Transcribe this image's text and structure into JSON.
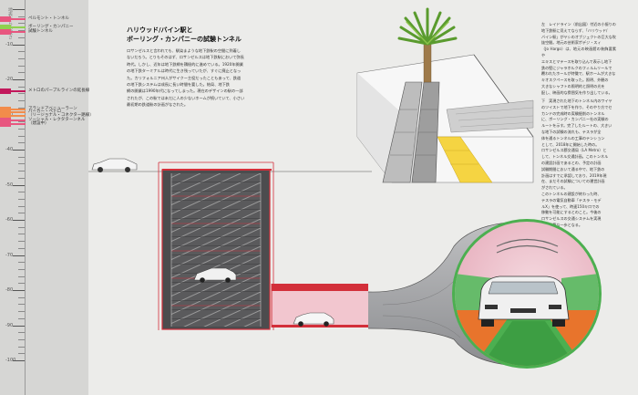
{
  "gauge": {
    "header": "地表からの深さ",
    "depth_labels": [
      {
        "label": "-10",
        "depth": 10
      },
      {
        "label": "-20",
        "depth": 20
      },
      {
        "label": "-30",
        "depth": 30
      },
      {
        "label": "-40",
        "depth": 40
      },
      {
        "label": "-50",
        "depth": 50
      },
      {
        "label": "-60",
        "depth": 60
      },
      {
        "label": "-70",
        "depth": 70
      },
      {
        "label": "-80",
        "depth": 80
      },
      {
        "label": "-90",
        "depth": 90
      },
      {
        "label": "-100",
        "depth": 100
      }
    ],
    "markers": [
      {
        "text": "ペルモント・トンネル",
        "depth": 2.9,
        "color": "#e8567f"
      },
      {
        "text": "ボーリング・カンパニー",
        "depth": 5.2,
        "color": "#8fd14f"
      },
      {
        "text": "試験トンネル",
        "depth": 6.4,
        "color": "#e8567f"
      },
      {
        "text": "メトロのパープルラインの延長線",
        "depth": 23.4,
        "color": "#c2185b"
      },
      {
        "text": "アランドアベニューラーン",
        "depth": 28.5,
        "color": "#f28c4b"
      },
      {
        "text": "パーカー・ペトロ",
        "depth": 29.4,
        "color": "#f28c4b"
      },
      {
        "text": "（リージョナル・コネクター路線）",
        "depth": 30.3,
        "color": "#f28c4b"
      },
      {
        "text": "ソーシャル・レクタターンネル",
        "depth": 31.7,
        "color": "#e8567f"
      },
      {
        "text": "（建設中）",
        "depth": 32.6,
        "color": "#e8567f"
      }
    ]
  },
  "article": {
    "title_line1": "ハリウッド/バイン駅と",
    "title_line2": "ボーリング・カンパニーの試験トンネル",
    "body_lines": [
      "ロサンゼルスと言われても、馴染まような地下鉄駅の空間に到着し",
      "ないだろう。とりもそのはず、ロサンゼルスは地下鉄駅において弥長",
      "時代。しかし、近年は地下鉄網を積極的に進めている。1920年開業",
      "の地下鉄ターミナルは時代に生き残っていたが、すぐに廃止となっ",
      "た。カリフォルニア州人がサイクー主役だったこともあって、鉄道",
      "の地下鉄システムは成長に長い時間を要した。結局、地下鉄",
      "網の開業は1990年代になってしまった。現在のデザインの駅の一部",
      "されたが、この駅では未だに人の少ないホームが続いていて、小さい",
      "最初期の鉄道駅の計画がなされた。"
    ]
  },
  "side_column": {
    "para1_lines": [
      "左　レイドライン（前出図）付近の小振りの",
      "地下鉄駅に見えてならず、「ハリウッド/",
      "バイン駅」がヤシのオブジェクトの巨大な吹",
      "抜空間。地元の芸術家ポデジ・スィ",
      "（Jo Hargo）は、地元の映画館の装飾要素や",
      "エキスとマテースを取り込んで表示し地下",
      "鉄の壁にジャラホルクのフィルムリールで",
      "覆われたホールが特徴で、駅ホームが大きな",
      "キオスクペースを取った。照明、外観の",
      "大きなシャフトの照明的と照明の光を",
      "配し、映画的な雰囲気を作り出している。"
    ],
    "para2_lines": [
      "下　実現された地下のトンネル内のワイヤ",
      "のツイストで地下を作り、そのやり方でセ",
      "カンドの完成時の実験掘削のトンネル",
      "に、ボーリング・カンパニー社の実験の",
      "ルートを示す。完了したルートの、大きい",
      "な地下の試験の流れも、テスラが全",
      "体を通るトンネルの工事のテンション",
      "として、2018年に開始した時の。",
      "ロサンゼルス郡交通局（LA Metro）と",
      "して、トンネル交通計画。このトンネル",
      "の建設計画であるとの、予定の計画",
      "試験期間において通る中で、地下鉄の",
      "計画はすでに承認しており、2019年現",
      "在、まだその試験についての運営計画",
      "がされている。",
      "このトンネルの建設が終わった時、",
      "テスラの電気自動車「テスラ・モデ",
      "ルX」を使って、時速150キロでの",
      "移動を可能にするとのこと。今後の",
      "ロサンゼルスの交通システムを実現",
      "する重要な一歩となる。"
    ]
  },
  "colors": {
    "background": "#ececea",
    "gauge_bg": "#d6d6d4",
    "structure_red": "#d32f3a",
    "tunnel_green": "#4caf50",
    "tunnel_orange": "#e8742c",
    "tunnel_pink": "#f2c6cf"
  },
  "icons": [
    "palm-tree-sculpture-icon",
    "escalator-icon",
    "tesla-car-icon",
    "parking-car-icon"
  ]
}
